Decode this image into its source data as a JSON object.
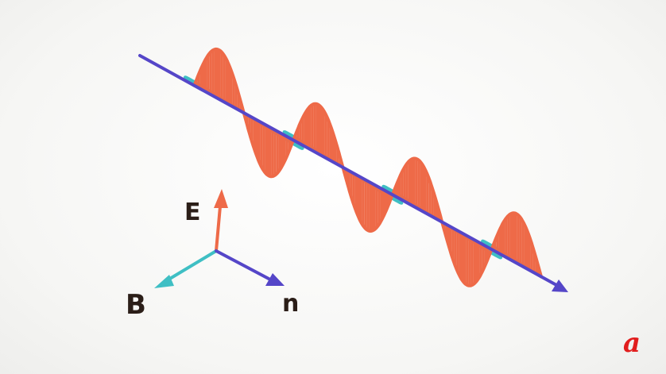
{
  "axes": {
    "e_label": "E",
    "b_label": "B",
    "n_label": "n"
  },
  "brand": {
    "mark": "a"
  },
  "colors": {
    "e_field": "#ee6a48",
    "b_field": "#3fbfc4",
    "propagation": "#5546c8",
    "label": "#2b1e18",
    "brand": "#e11d1d"
  },
  "icons": {
    "brand_logo": "alpha-logo-icon"
  }
}
